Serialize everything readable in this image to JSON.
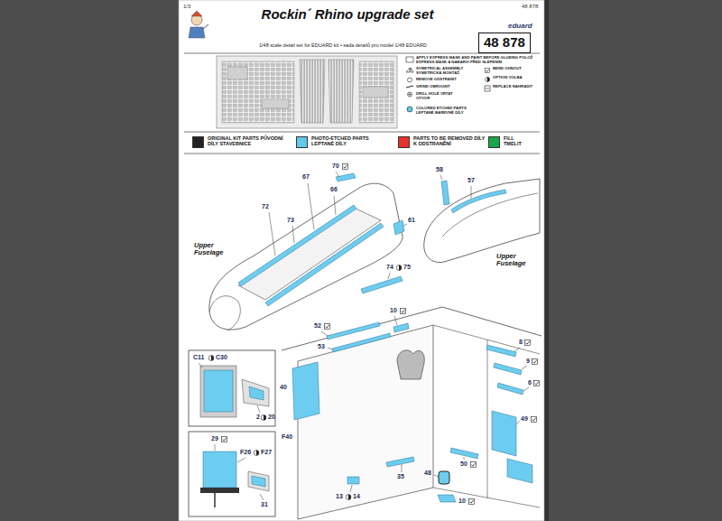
{
  "diagram": {
    "title": "Rockin´ Rhino upgrade set",
    "nodes": [
      {
        "text": [
          "48 878"
        ]
      }
    ],
    "labels": [
      "1/3",
      "48 878",
      "eduard",
      "1/48 scale detail set for EDUARD kit • sada detailů pro model 1/48 EDUARD",
      "APPLY EXPRESS MASK AND PAINT BEFORE GLUEING POLOŽ EXPRESS MASK A NABARVI PŘED SLEPENÍM",
      "SYMETRICAL ASSEMBLY SYMETRICKÁ MONTÁŽ",
      "REMOVE ODSTRANIT",
      "GRIND OBROUSIT",
      "DRILL HOLE VRTAT OTVOR",
      "COLORED ETCHED PARTS LEPTANÉ BAREVNÉ DÍLY",
      "BEND OHNOUT",
      "OPTION VOLBA",
      "REPLACE NAHRADIT",
      "70",
      "67",
      "66",
      "72",
      "73",
      "61",
      "Upper Fuselage",
      "74",
      "75",
      "58",
      "57",
      "Upper Fuselage",
      "C11",
      "C30",
      "2",
      "20",
      "40",
      "52",
      "53",
      "10",
      "8",
      "9",
      "6",
      "49",
      "50",
      "48",
      "10",
      "35",
      "13",
      "14",
      "F40",
      "29",
      "F26",
      "F27",
      "31"
    ],
    "legend": [
      {
        "text": "ORIGINAL KIT PARTS PŮVODNÍ DÍLY STAVEBNICE",
        "color": "#222222"
      },
      {
        "text": "PHOTO-ETCHED PARTS LEPTANÉ DÍLY",
        "color": "#5fc8ec"
      },
      {
        "text": "PARTS TO BE REMOVED DÍLY K ODSTRANĚNÍ",
        "color": "#e8332a"
      },
      {
        "text": "FILL TMELIT",
        "color": "#1aa64a"
      }
    ]
  }
}
